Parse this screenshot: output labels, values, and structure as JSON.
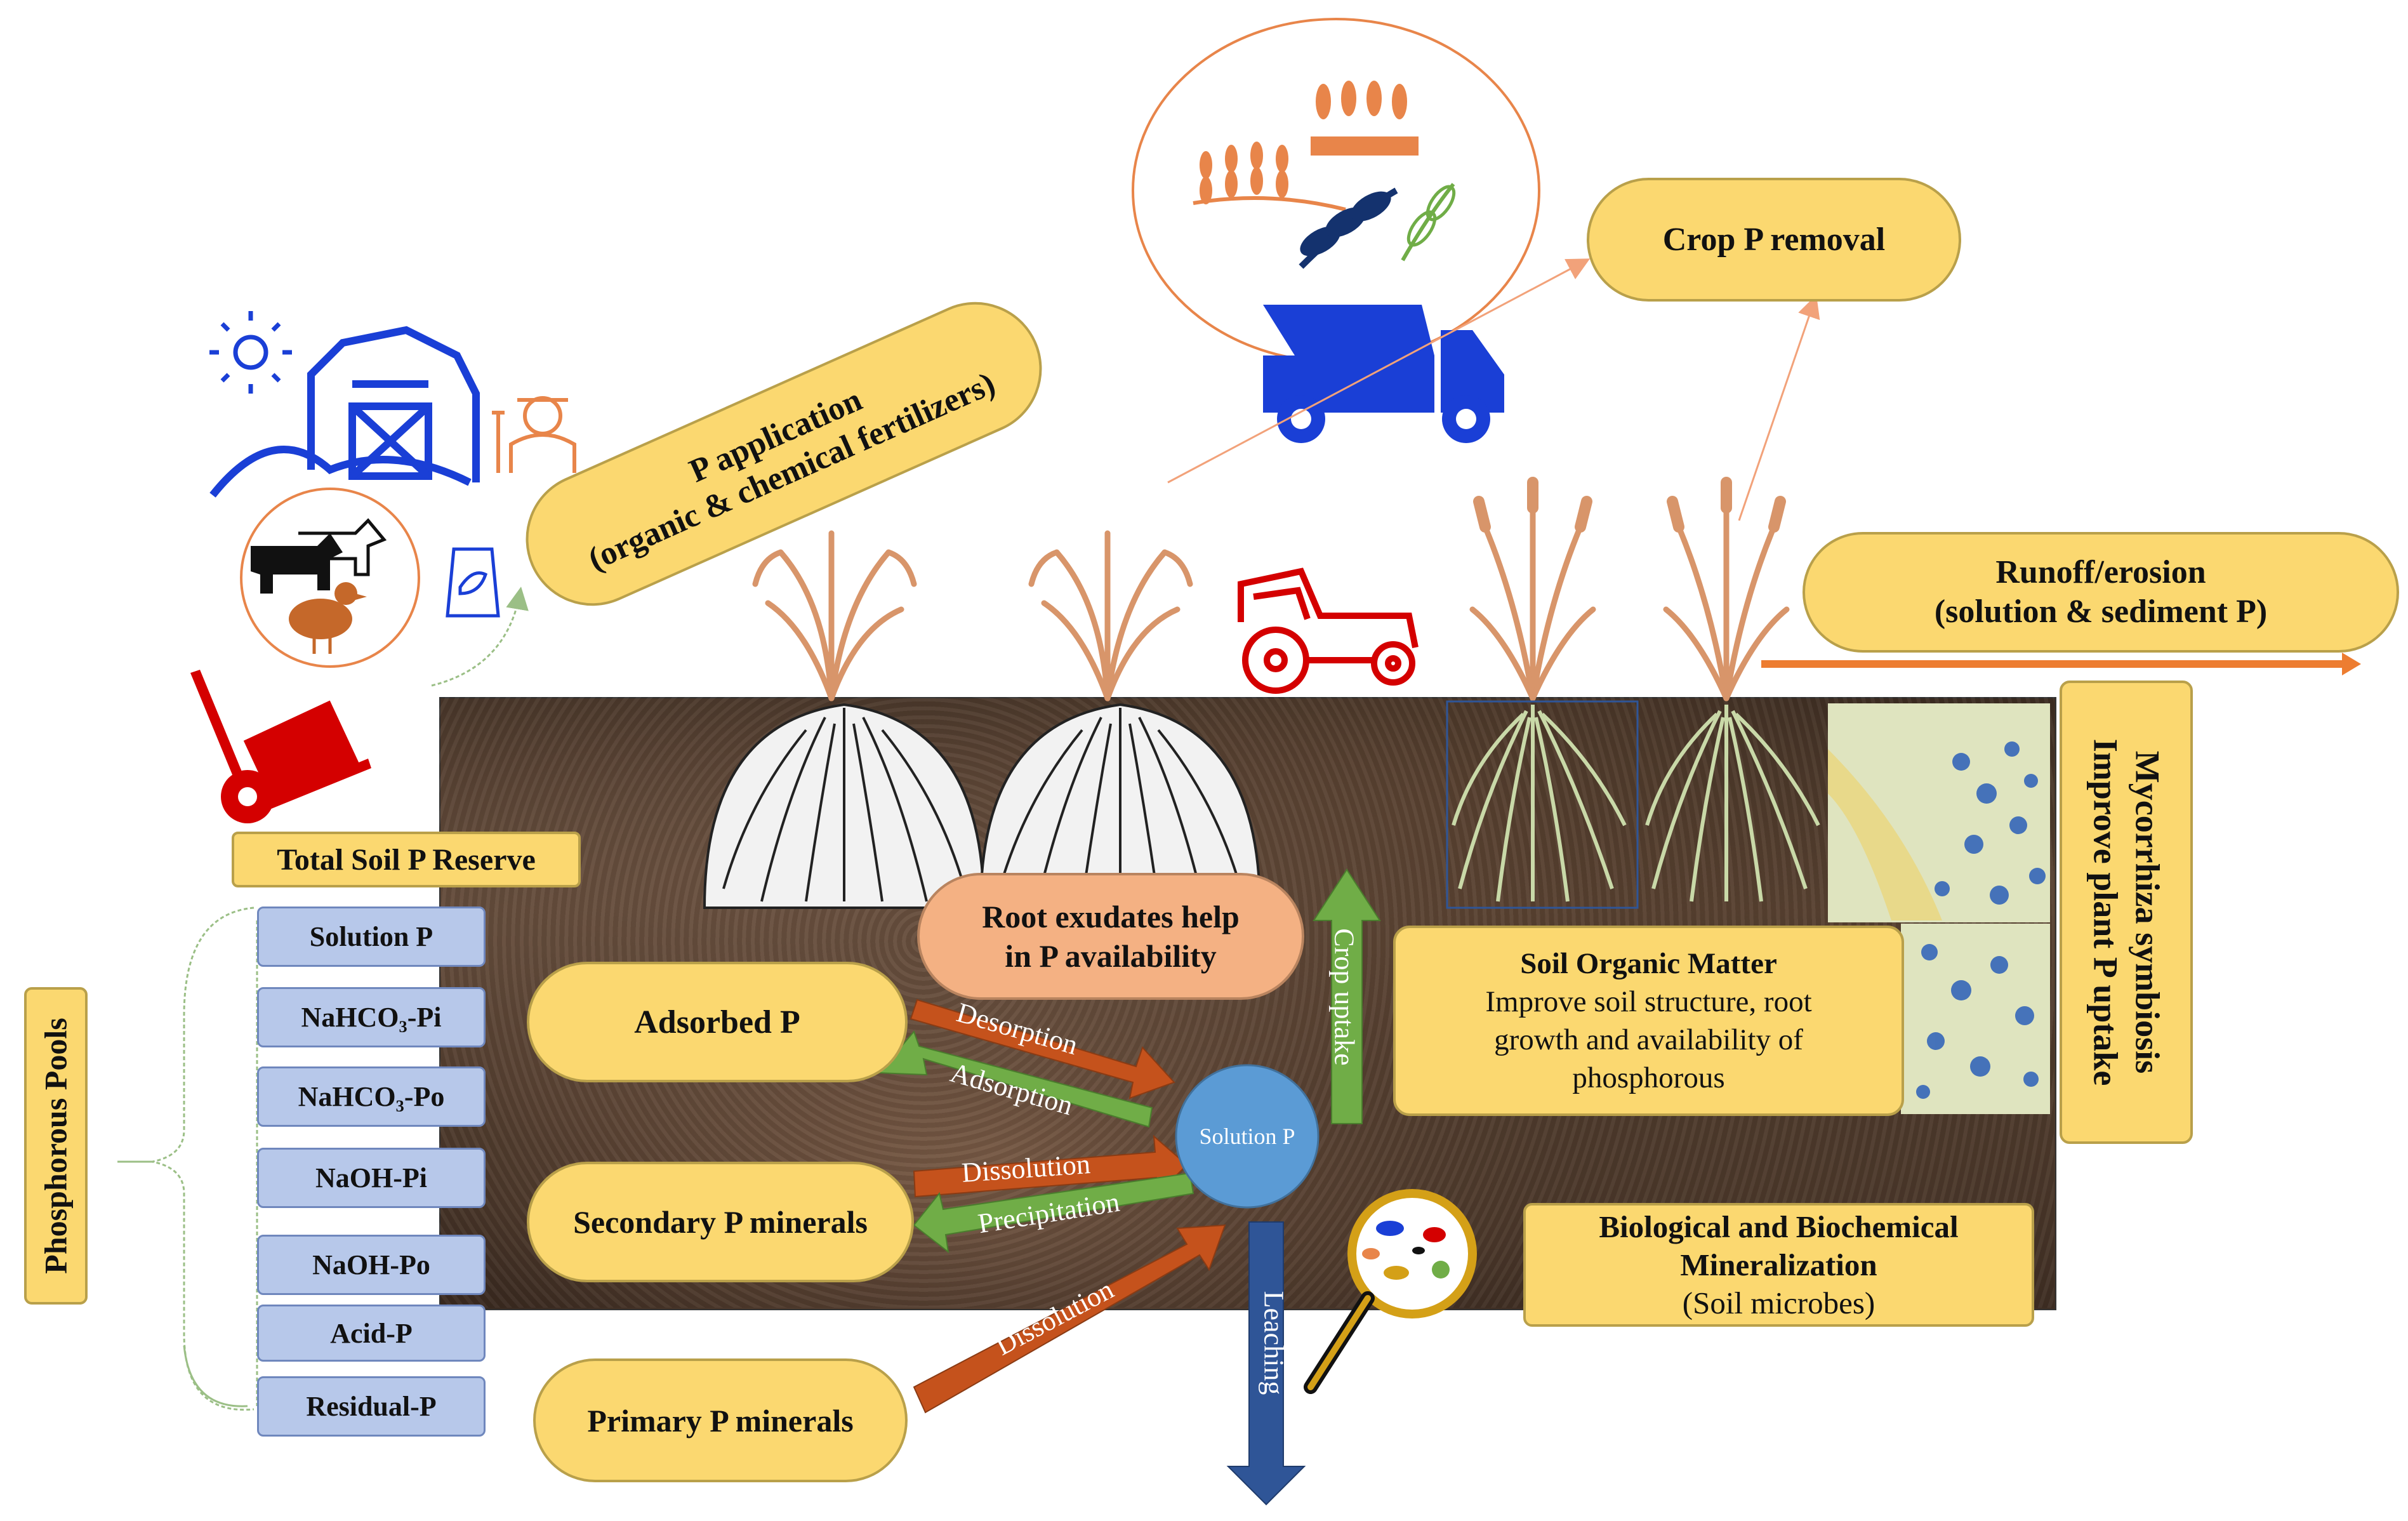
{
  "colors": {
    "box_fill": "#fbd870",
    "pool_fill": "#b7c8ea",
    "solution_circle": "#5b9bd5",
    "orange_arrow": "#c5521c",
    "green_arrow": "#70ad47",
    "blue_arrow": "#2f5597",
    "runoff_arrow": "#ed7d31",
    "root_exudate_fill": "#f4b183",
    "icon_blue": "#1a3fd6",
    "icon_orange": "#e8854a",
    "icon_red": "#d40000"
  },
  "labels": {
    "p_application_line1": "P application",
    "p_application_line2": "(organic & chemical fertilizers)",
    "crop_p_removal": "Crop P removal",
    "runoff_line1": "Runoff/erosion",
    "runoff_line2": "(solution & sediment P)",
    "mycorrhiza_line1": "Mycorrhiza symbiosis",
    "mycorrhiza_line2": "Improve plant P uptake",
    "total_soil_p_reserve": "Total Soil P Reserve",
    "phosphorous_pools": "Phosphorous Pools",
    "root_exudates_line1": "Root exudates help",
    "root_exudates_line2": "in P availability",
    "adsorbed_p": "Adsorbed P",
    "secondary_p_minerals": "Secondary P minerals",
    "primary_p_minerals": "Primary P minerals",
    "solution_p_center": "Solution P",
    "som_title": "Soil Organic Matter",
    "som_line1": "Improve soil structure, root",
    "som_line2": "growth and availability of",
    "som_line3": "phosphorous",
    "bio_line1": "Biological and Biochemical",
    "bio_line2": "Mineralization",
    "bio_line3": "(Soil microbes)"
  },
  "pools": [
    "Solution P",
    "NaHCO₃-Pi",
    "NaHCO₃-Po",
    "NaOH-Pi",
    "NaOH-Po",
    "Acid-P",
    "Residual-P"
  ],
  "arrows": {
    "desorption": "Desorption",
    "adsorption": "Adsorption",
    "dissolution_secondary": "Dissolution",
    "precipitation": "Precipitation",
    "dissolution_primary": "Dissolution",
    "crop_uptake": "Crop uptake",
    "leaching": "Leaching"
  }
}
